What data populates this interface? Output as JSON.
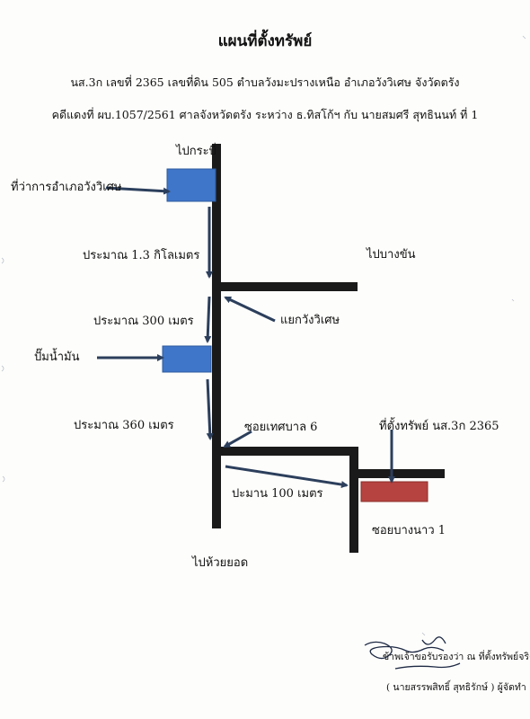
{
  "header": {
    "title": "แผนที่ตั้งทรัพย์",
    "subtitle_1": "นส.3ก เลขที่ 2365 เลขที่ดิน 505 ตำบลวังมะปรางเหนือ อำเภอวังวิเศษ  จังวัดตรัง",
    "subtitle_2": "คดีแดงที่ ผบ.1057/2561 ศาลจังหวัดตรัง ระหว่าง ธ.ทิสโก้ฯ กับ นายสมศรี สุทธินนท์ ที่ 1"
  },
  "map": {
    "to_krabi": "ไปกระบี่",
    "district_office": "ที่ว่าการอำเภอวังวิเศษ",
    "dist_1_3km": "ประมาณ 1.3 กิโลเมตร",
    "to_bang_khan": "ไปบางขัน",
    "dist_300m": "ประมาณ 300 เมตร",
    "junction": "แยกวังวิเศษ",
    "gas_station": "ปั๊มน้ำมัน",
    "dist_360m": "ประมาณ 360 เมตร",
    "soi_thetsaban": "ซอยเทศบาล 6",
    "property_location": "ที่ตั้งทรัพย์ นส.3ก 2365",
    "dist_100m": "ปะมาน 100 เมตร",
    "soi_bang_nao": "ซอยบางนาว 1",
    "to_huai_yot": "ไปห้วยยอด",
    "colors": {
      "road": "#1a1a1a",
      "landmark_blue": "#3f76c9",
      "property_red": "#b6433f",
      "arrow": "#2c3f5c"
    }
  },
  "footer": {
    "certification": "ข้าพเจ้าขอรับรองว่า ณ ที่ตั้งทรัพย์จริง",
    "signer": "( นายสรรพสิทธิ์ สุทธิรักษ์ ) ผู้จัดทำ"
  }
}
